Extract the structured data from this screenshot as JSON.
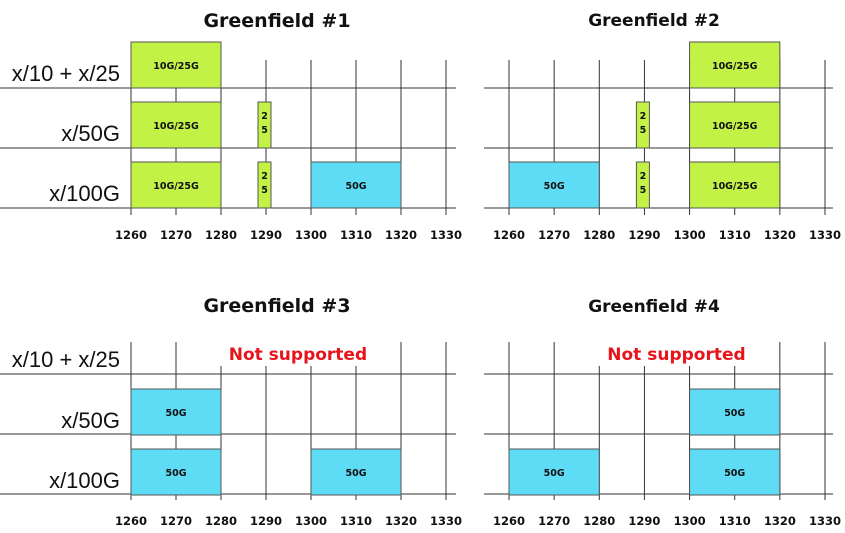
{
  "colors": {
    "green": "#c3f247",
    "blue": "#5fdcf5",
    "not_supported": "#e8141b",
    "grid": "#333333"
  },
  "row_labels": [
    "x/10 + x/25",
    "x/50G",
    "x/100G"
  ],
  "x_ticks": [
    1260,
    1270,
    1280,
    1290,
    1300,
    1310,
    1320,
    1330
  ],
  "panels": [
    {
      "title": "Greenfield #1",
      "rows": [
        {
          "not_supported": "",
          "blocks": [
            {
              "from": 1260,
              "to": 1280,
              "label": "10G/25G",
              "color": "green"
            }
          ]
        },
        {
          "not_supported": "",
          "blocks": [
            {
              "from": 1260,
              "to": 1280,
              "label": "10G/25G",
              "color": "green"
            },
            {
              "from": 1288,
              "to": 1291,
              "label": "25",
              "color": "green",
              "vertical": true
            }
          ]
        },
        {
          "not_supported": "",
          "blocks": [
            {
              "from": 1260,
              "to": 1280,
              "label": "10G/25G",
              "color": "green"
            },
            {
              "from": 1288,
              "to": 1291,
              "label": "25",
              "color": "green",
              "vertical": true
            },
            {
              "from": 1300,
              "to": 1320,
              "label": "50G",
              "color": "blue"
            }
          ]
        }
      ]
    },
    {
      "title": "Greenfield #2",
      "rows": [
        {
          "not_supported": "",
          "blocks": [
            {
              "from": 1300,
              "to": 1320,
              "label": "10G/25G",
              "color": "green"
            }
          ]
        },
        {
          "not_supported": "",
          "blocks": [
            {
              "from": 1288,
              "to": 1291,
              "label": "25",
              "color": "green",
              "vertical": true
            },
            {
              "from": 1300,
              "to": 1320,
              "label": "10G/25G",
              "color": "green"
            }
          ]
        },
        {
          "not_supported": "",
          "blocks": [
            {
              "from": 1260,
              "to": 1280,
              "label": "50G",
              "color": "blue"
            },
            {
              "from": 1288,
              "to": 1291,
              "label": "25",
              "color": "green",
              "vertical": true
            },
            {
              "from": 1300,
              "to": 1320,
              "label": "10G/25G",
              "color": "green"
            }
          ]
        }
      ]
    },
    {
      "title": "Greenfield #3",
      "rows": [
        {
          "not_supported": "Not supported",
          "blocks": []
        },
        {
          "not_supported": "",
          "blocks": [
            {
              "from": 1260,
              "to": 1280,
              "label": "50G",
              "color": "blue"
            }
          ]
        },
        {
          "not_supported": "",
          "blocks": [
            {
              "from": 1260,
              "to": 1280,
              "label": "50G",
              "color": "blue"
            },
            {
              "from": 1300,
              "to": 1320,
              "label": "50G",
              "color": "blue"
            }
          ]
        }
      ]
    },
    {
      "title": "Greenfield #4",
      "rows": [
        {
          "not_supported": "Not supported",
          "blocks": []
        },
        {
          "not_supported": "",
          "blocks": [
            {
              "from": 1300,
              "to": 1320,
              "label": "50G",
              "color": "blue"
            }
          ]
        },
        {
          "not_supported": "",
          "blocks": [
            {
              "from": 1260,
              "to": 1280,
              "label": "50G",
              "color": "blue"
            },
            {
              "from": 1300,
              "to": 1320,
              "label": "50G",
              "color": "blue"
            }
          ]
        }
      ]
    }
  ]
}
